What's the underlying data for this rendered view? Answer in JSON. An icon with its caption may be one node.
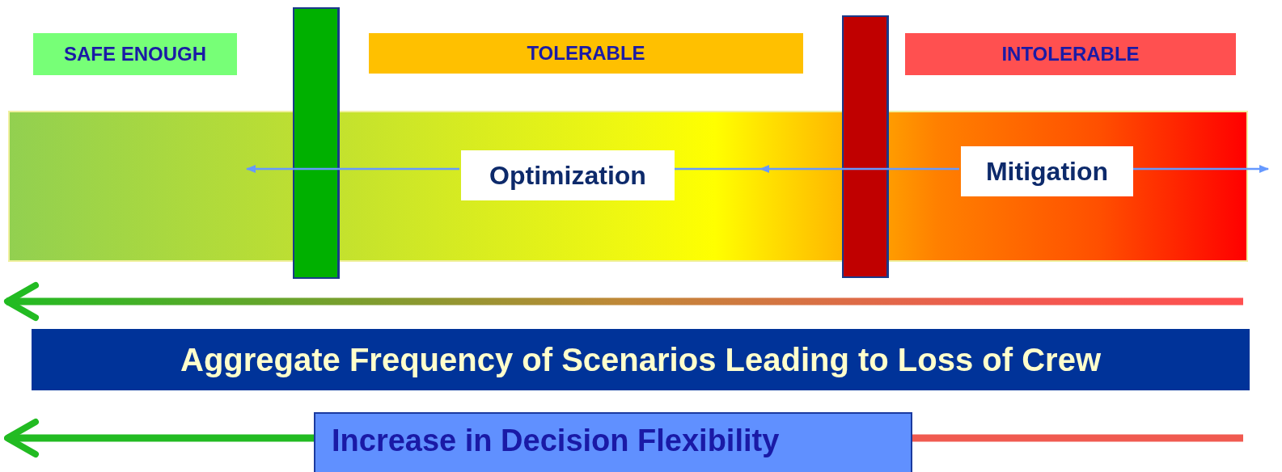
{
  "diagram": {
    "nodes": [
      {
        "text": [
          "SAFE ENOUGH"
        ]
      },
      {
        "text": [],
        "shape": "bar"
      },
      {
        "text": [
          "TOLERABLE"
        ]
      },
      {
        "text": [],
        "shape": "bar"
      },
      {
        "text": [
          "INTOLERABLE"
        ]
      },
      {
        "text": [],
        "shape": "box"
      },
      {
        "text": [
          "Optimization"
        ],
        "in": 5
      },
      {
        "text": [
          "Mitigation"
        ],
        "in": 5
      },
      {
        "text": [
          "Aggregate Frequency of Scenarios Leading to Loss of Crew"
        ]
      },
      {
        "text": [
          "Increase in Decision Flexibility"
        ]
      }
    ],
    "edges": [
      {
        "from": 6,
        "to": null,
        "arrow": "to"
      },
      {
        "from": 6,
        "to": null,
        "arrow": "none"
      },
      {
        "from": 7,
        "to": null,
        "arrow": "to"
      },
      {
        "from": 7,
        "to": null,
        "arrow": "to"
      },
      {
        "from": 9,
        "to": null,
        "arrow": "to",
        "style": "thick",
        "color": "#22bb22"
      }
    ]
  }
}
